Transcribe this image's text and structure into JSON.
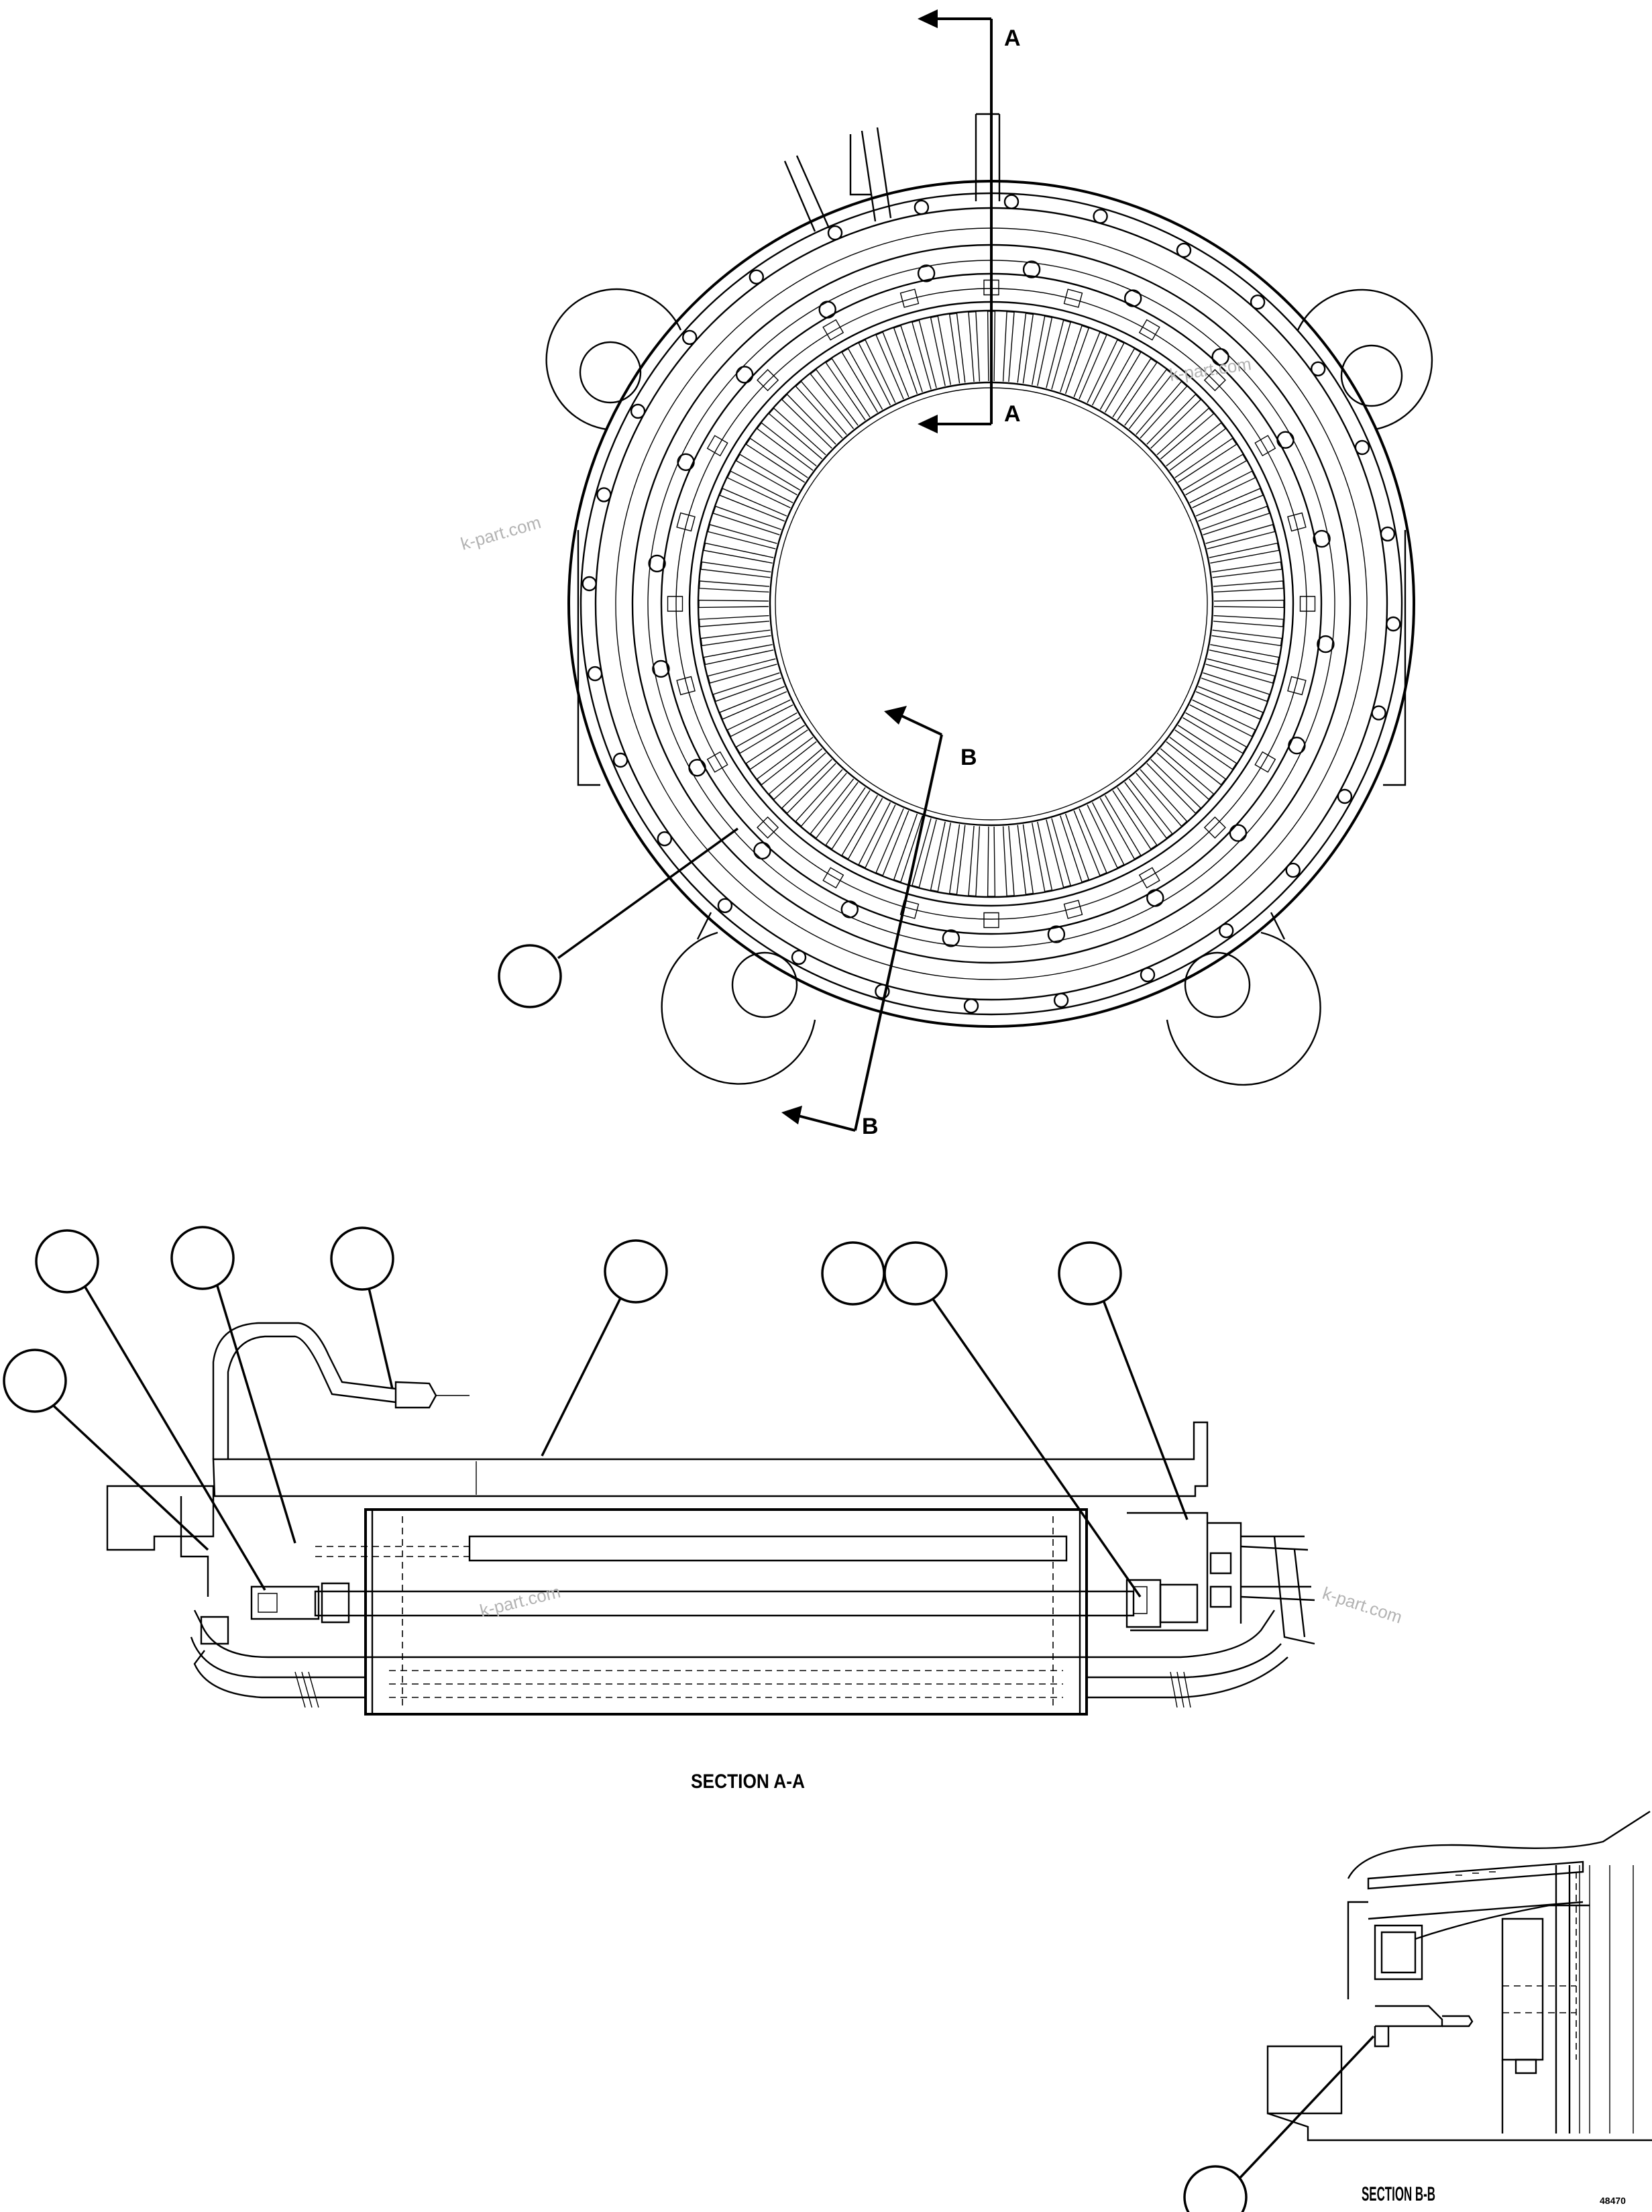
{
  "section_marks": {
    "a_top": "A",
    "a_bottom": "A",
    "b_top": "B",
    "b_bottom": "B"
  },
  "captions": {
    "section_aa": "SECTION A-A",
    "section_bb": "SECTION B-B",
    "drawing_number": "48470"
  },
  "watermarks": {
    "top_right": "k-part.com",
    "top_left": "k-part.com",
    "middle_left": "k-part.com",
    "middle_right": "k-part.com"
  }
}
